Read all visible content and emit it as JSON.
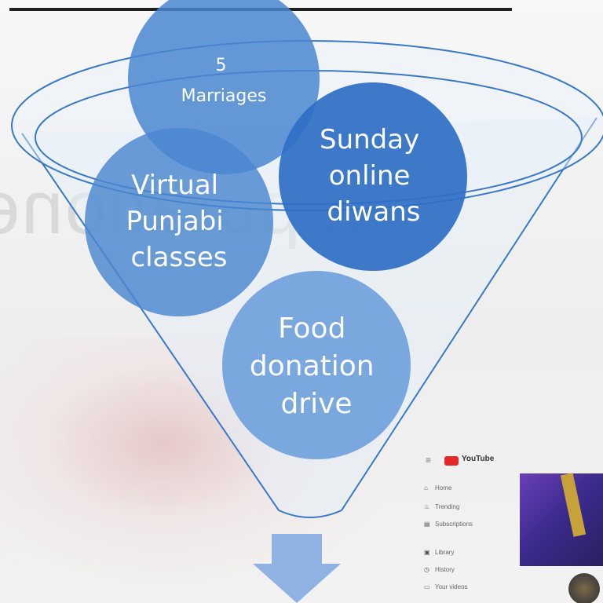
{
  "funnel": {
    "circles": [
      {
        "id": "marriages",
        "lines": [
          "5",
          "Marriages"
        ]
      },
      {
        "id": "sunday",
        "lines": [
          "Sunday",
          "online",
          "diwans"
        ]
      },
      {
        "id": "punjabi",
        "lines": [
          "Virtual",
          "Punjabi",
          "classes"
        ]
      },
      {
        "id": "food",
        "lines": [
          "Food",
          "donation",
          "drive"
        ]
      }
    ]
  },
  "colors": {
    "circle_dark": "#2f6fc4",
    "circle_mid": "#4a86d0",
    "circle_light": "#6ea0dc",
    "funnel_stroke": "#3a78c8",
    "funnel_fill": "#e6eef8",
    "arrow": "#8fb2e3"
  },
  "youtube_panel": {
    "logo_text": "YouTube",
    "items": [
      {
        "icon": "home-icon",
        "label": "Home"
      },
      {
        "icon": "trending-icon",
        "label": "Trending"
      },
      {
        "icon": "subscriptions-icon",
        "label": "Subscriptions"
      },
      {
        "icon": "library-icon",
        "label": "Library"
      },
      {
        "icon": "history-icon",
        "label": "History"
      },
      {
        "icon": "your-videos-icon",
        "label": "Your videos"
      }
    ]
  }
}
